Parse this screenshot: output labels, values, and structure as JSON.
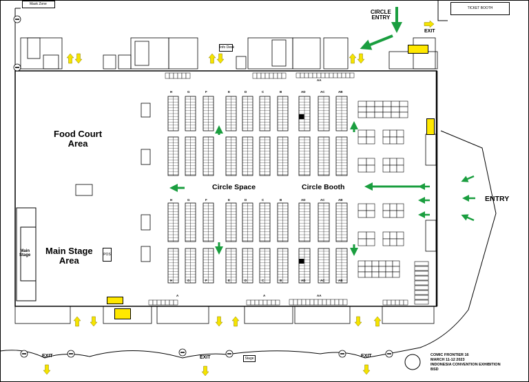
{
  "map": {
    "areas": {
      "food_court": "Food Court\nArea",
      "main_stage_area": "Main Stage\nArea",
      "circle_space": "Circle Space",
      "circle_booth": "Circle Booth",
      "main_stage": "Main\nStage"
    },
    "labels": {
      "circle_entry": "CIRCLE\nENTRY",
      "entry": "ENTRY",
      "exit": "EXIT",
      "ticket_booth": "TICKET BOOTH",
      "mask_zone": "Mask Zone",
      "pos": "POS",
      "stage_small": "Stage",
      "info_desk": "Info Desk"
    },
    "rows_top": [
      "H",
      "G",
      "F",
      "E",
      "D",
      "C",
      "B",
      "AD",
      "AC",
      "AB"
    ],
    "rows_bottom": [
      "H",
      "G",
      "F",
      "E",
      "D",
      "C",
      "B",
      "AD",
      "AC",
      "AB"
    ],
    "wall_rows": [
      "AA",
      "A",
      "A",
      "AA"
    ],
    "footer": {
      "line1": "COMIC FRONTIER 16",
      "line2": "MARCH 11-12 2023",
      "line3": "INDONESIA CONVENTION EXHIBITION",
      "line4": "BSD"
    },
    "colors": {
      "arrow_green": "#1a9e3f",
      "arrow_yellow": "#f5e400",
      "line": "#000000"
    }
  }
}
